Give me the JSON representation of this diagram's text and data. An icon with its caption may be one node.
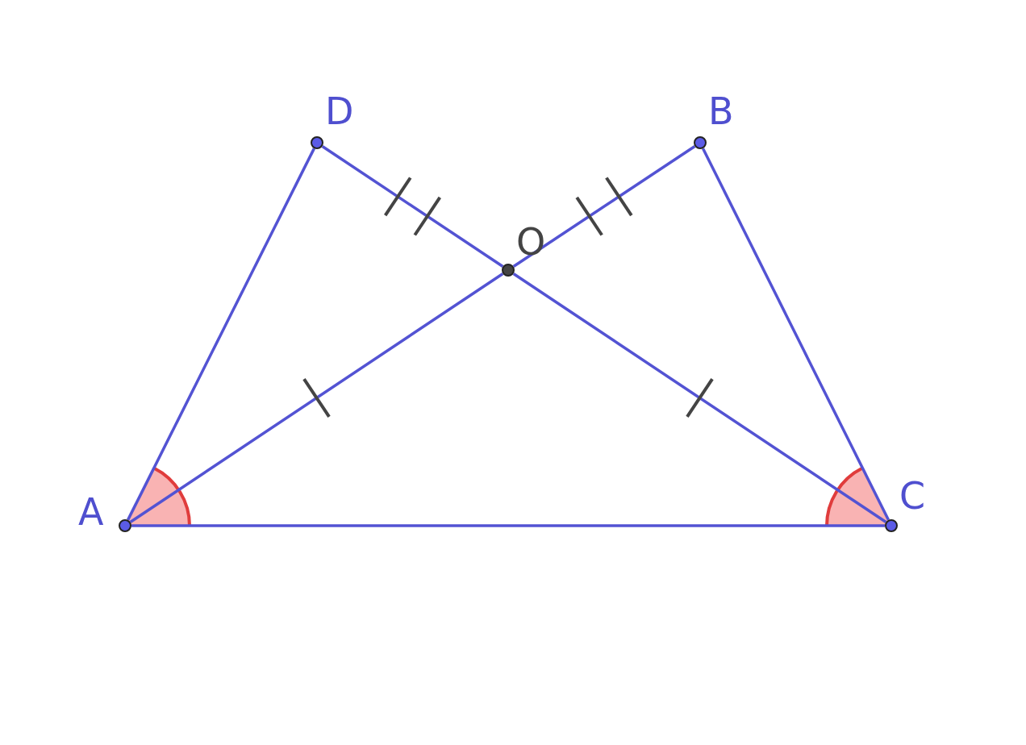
{
  "diagram": {
    "nodes": [
      {
        "text": [
          "D"
        ]
      },
      {
        "text": [
          "B"
        ]
      },
      {
        "text": [
          "O"
        ]
      },
      {
        "text": [
          "A"
        ]
      },
      {
        "text": [
          "C"
        ]
      }
    ],
    "edges": [
      {
        "from": 3,
        "to": 0,
        "arrow": "none"
      },
      {
        "from": 0,
        "to": 2,
        "arrow": "none"
      },
      {
        "from": 2,
        "to": 4,
        "arrow": "none"
      },
      {
        "from": 3,
        "to": 2,
        "arrow": "none"
      },
      {
        "from": 2,
        "to": 1,
        "arrow": "none"
      },
      {
        "from": 1,
        "to": 4,
        "arrow": "none"
      },
      {
        "from": 3,
        "to": 4,
        "arrow": "none"
      }
    ]
  }
}
